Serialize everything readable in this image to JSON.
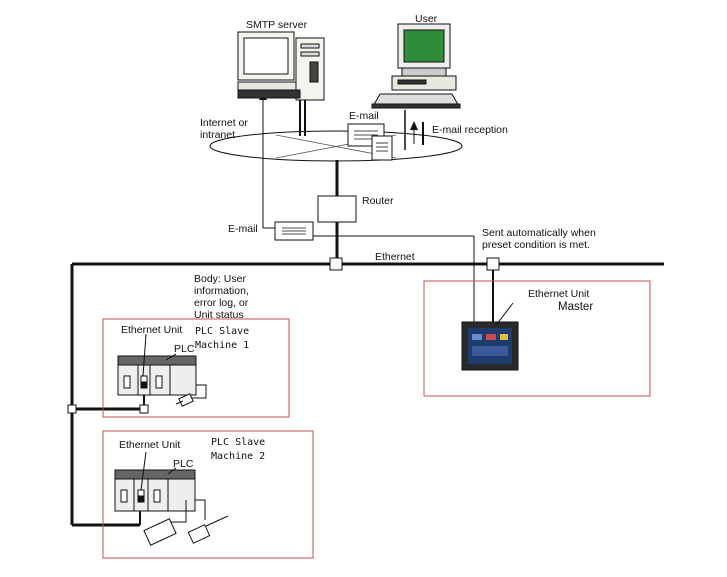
{
  "labels": {
    "smtp_server": "SMTP server",
    "user": "User",
    "internet": "Internet or\nintranet",
    "email_top": "E-mail",
    "email_reception": "E-mail reception",
    "router": "Router",
    "email_left": "E-mail",
    "sent_auto": "Sent automatically when\npreset condition is met.",
    "ethernet": "Ethernet",
    "body_label": "Body: User\ninformation,\nerror log, or\nUnit status",
    "master_ethernet_unit": "Ethernet Unit",
    "master": "Master",
    "slave1_ethernet_unit": "Ethernet Unit",
    "slave1_title": "PLC Slave\nMachine 1",
    "slave1_plc": "PLC",
    "slave2_ethernet_unit": "Ethernet Unit",
    "slave2_title": "PLC Slave\nMachine 2",
    "slave2_plc": "PLC"
  },
  "colors": {
    "box_border": "#c0504d",
    "line": "#111111",
    "screen_green": "#2e8b3a",
    "hmi_screen": "#1f3a6e"
  }
}
